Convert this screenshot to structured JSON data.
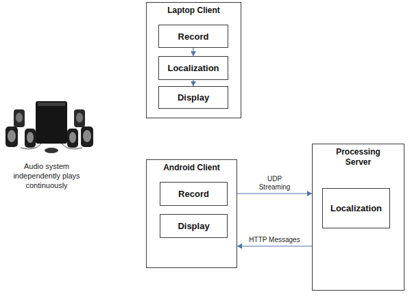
{
  "diagram": {
    "nodes": [
      {
        "text": [
          "Laptop Client"
        ]
      },
      {
        "text": [
          "Record"
        ],
        "in": 0
      },
      {
        "text": [
          "Localization"
        ],
        "in": 0
      },
      {
        "text": [
          "Display"
        ],
        "in": 0
      },
      {
        "text": [
          "Android Client"
        ]
      },
      {
        "text": [
          "Record"
        ],
        "in": 4
      },
      {
        "text": [
          "Display"
        ],
        "in": 4
      },
      {
        "text": [
          "Processing Server"
        ]
      },
      {
        "text": [
          "Localization"
        ],
        "in": 7
      }
    ],
    "edges": [
      {
        "from": 1,
        "to": 2,
        "arrow": "to"
      },
      {
        "from": 2,
        "to": 3,
        "arrow": "to"
      },
      {
        "from": 4,
        "to": 7,
        "label": "UDP Streaming",
        "arrow": "to"
      },
      {
        "from": 7,
        "to": 4,
        "label": "HTTP Messages",
        "arrow": "to"
      }
    ],
    "labels": [
      "Audio system independently plays continuously"
    ]
  }
}
